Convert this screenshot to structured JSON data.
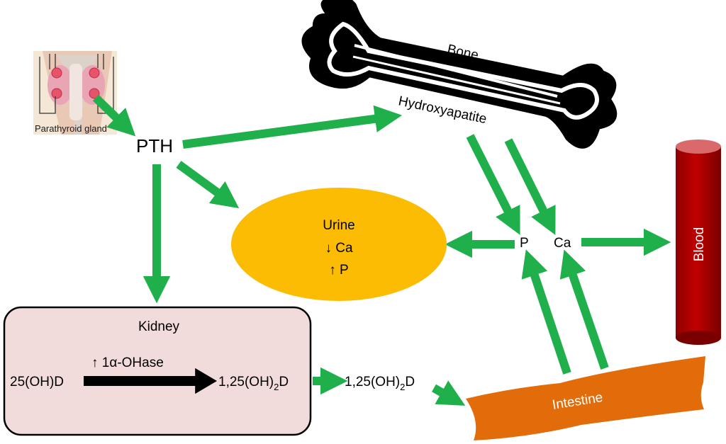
{
  "gland": {
    "caption": "Parathyroid gland"
  },
  "hormone": {
    "label": "PTH"
  },
  "bone": {
    "label": "Bone",
    "mineral": "Hydroxyapatite"
  },
  "urine": {
    "title": "Urine",
    "ca_line": "↓ Ca",
    "p_line": "↑ P"
  },
  "ions": {
    "phosphate": "P",
    "calcium": "Ca"
  },
  "blood": {
    "label": "Blood"
  },
  "kidney": {
    "title": "Kidney",
    "enzyme": "↑ 1α-OHase",
    "substrate": "25(OH)D",
    "product_main": "1,25(OH)",
    "product_sub": "2",
    "product_end": "D"
  },
  "circulating": {
    "main": "1,25(OH)",
    "sub": "2",
    "end": "D"
  },
  "intestine": {
    "label": "Intestine"
  },
  "colors": {
    "arrow": "#1fb04c",
    "urine": "#fcbc04",
    "kidney_fill": "#f2dcdb",
    "blood": "#c00000",
    "intestine": "#e36c0a",
    "bone": "#000000"
  }
}
